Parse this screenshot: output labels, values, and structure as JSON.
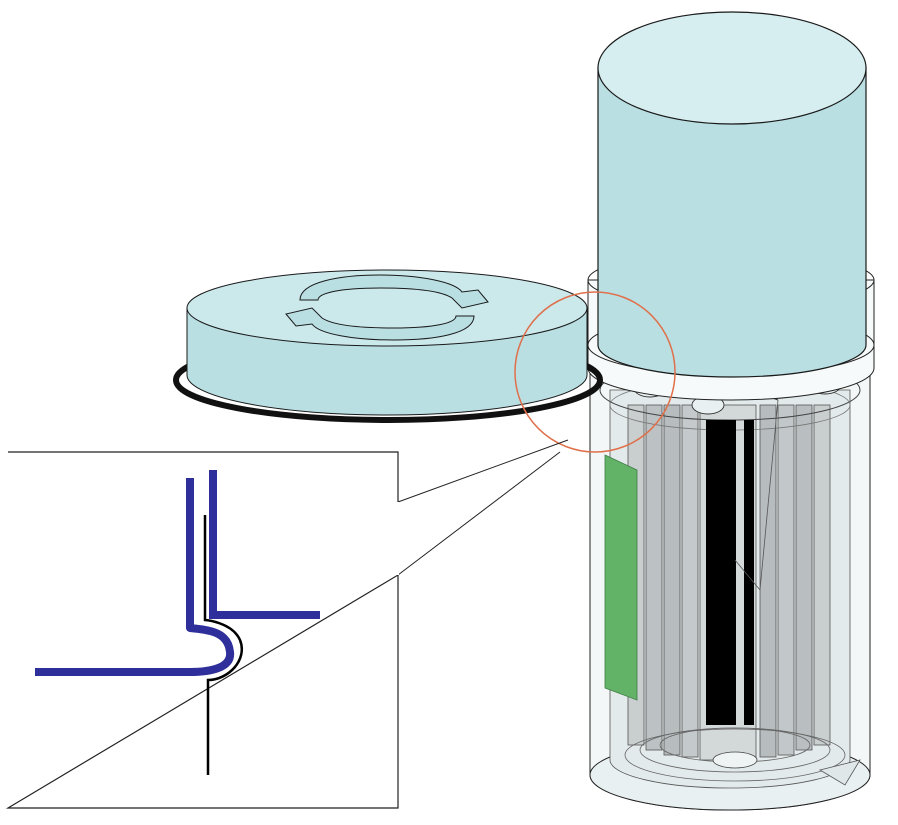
{
  "diagram": {
    "description_visible_text": "",
    "colors": {
      "background": "#ffffff",
      "cap_fill": "#c3e3e6",
      "cap_top_fill": "#d7eef0",
      "outline": "#1a1a1a",
      "gasket": "#111111",
      "callout_circle": "#e0704a",
      "seal_blue": "#2e2f9a",
      "label_green": "#62b368",
      "electrode_black": "#000000",
      "rod_gray": "#b7bcbf",
      "can_glass": "#eef3f4"
    },
    "icons": [
      "rotate-arrows-icon"
    ],
    "components": [
      "screw-cap",
      "gasket-ring",
      "upper-cylinder",
      "battery-can",
      "electrode-strips",
      "detail-callout"
    ]
  }
}
